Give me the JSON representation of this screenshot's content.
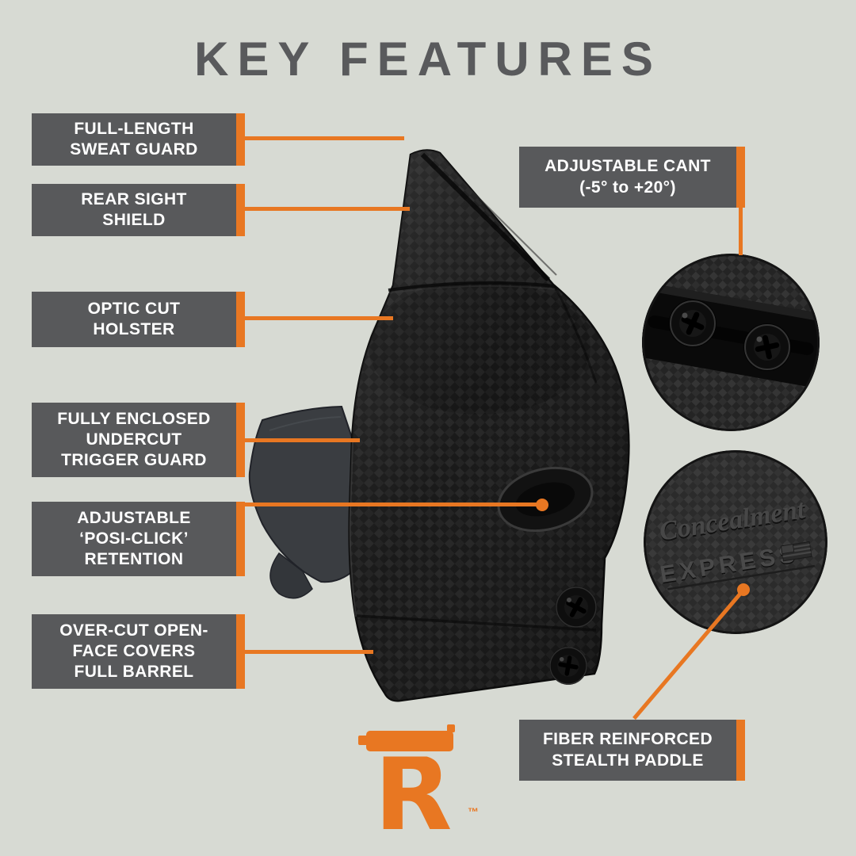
{
  "title": "KEY FEATURES",
  "left_labels": [
    {
      "l1": "FULL-LENGTH",
      "l2": "SWEAT GUARD"
    },
    {
      "l1": "REAR SIGHT",
      "l2": "SHIELD"
    },
    {
      "l1": "OPTIC CUT",
      "l2": "HOLSTER"
    },
    {
      "l1": "FULLY ENCLOSED",
      "l2": "UNDERCUT",
      "l3": "TRIGGER GUARD"
    },
    {
      "l1": "ADJUSTABLE",
      "l2": "‘POSI-CLICK’",
      "l3": "RETENTION"
    },
    {
      "l1": "OVER-CUT OPEN-",
      "l2": "FACE COVERS",
      "l3": "FULL BARREL"
    }
  ],
  "right_labels": {
    "cant": {
      "l1": "ADJUSTABLE CANT",
      "l2": "(-5° to +20°)"
    },
    "paddle": {
      "l1": "FIBER REINFORCED",
      "l2": "STEALTH PADDLE"
    }
  },
  "detail_circles": {
    "cant_zoom": {
      "shows": "cant adjustment screws close-up"
    },
    "logo": {
      "script": "Concealment",
      "caps": "EXPRESS"
    }
  },
  "brand": {
    "letter": "R",
    "trademark": "™"
  },
  "colors": {
    "background": "#d7dad3",
    "accent_orange": "#e87722",
    "label_box_gray": "#58595b",
    "label_text": "#ffffff",
    "title_gray": "#595a5c",
    "holster_black": "#161616"
  },
  "icons": {
    "flag": "usa-flag-icon",
    "screw": "phillips-screw-icon",
    "brand_mark": "pistol-r-logo-icon"
  }
}
